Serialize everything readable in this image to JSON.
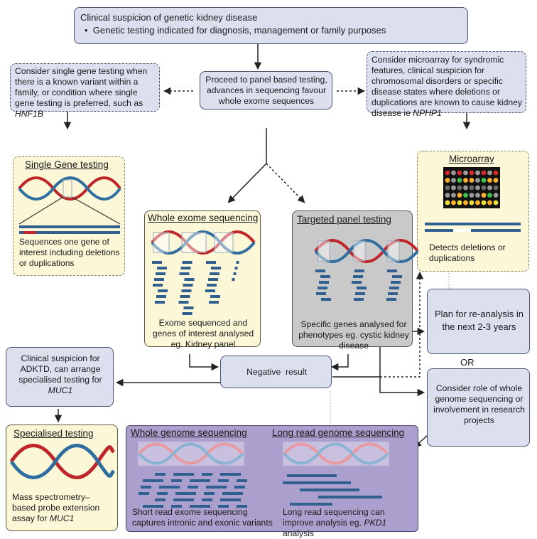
{
  "top": {
    "title": "Clinical suspicion of genetic kidney disease",
    "bullet": "Genetic testing indicated for diagnosis, management or family purposes"
  },
  "single_gene_note": {
    "text": "Consider single gene testing when there is a known variant within a family, or condition where single gene testing is preferred,  such as",
    "gene": "HNF1B"
  },
  "panel_note": {
    "text": "Proceed to panel based testing, advances in sequencing favour whole exome sequences"
  },
  "microarray_note": {
    "text": "Consider microarray for syndromic features, clinical suspicion for chromosomal disorders or specific disease states where deletions or duplications are known to cause kidney disease ie",
    "gene": "NPHP1"
  },
  "single_gene_box": {
    "heading": "Single Gene testing",
    "text": "Sequences one gene of interest including deletions or duplications"
  },
  "microarray_box": {
    "heading": "Microarray",
    "text": "Detects deletions or duplications"
  },
  "wes_box": {
    "heading": "Whole exome sequencing",
    "text": "Exome sequenced and genes of interest analysed eg. Kidney panel"
  },
  "panel_box": {
    "heading": "Targeted panel testing",
    "text": "Specific genes analysed for phenotypes eg. cystic kidney disease"
  },
  "reanalysis": {
    "text": "Plan for re-analysis in the next 2-3 years"
  },
  "or_label": "OR",
  "wgs_consider": {
    "text": "Consider role of whole genome sequencing or involvement in research projects"
  },
  "negative": {
    "text": "Negative  result"
  },
  "adtkd": {
    "text": "Clinical suspicion for ADKTD, can arrange specialised testing for",
    "gene": "MUC1"
  },
  "specialised_box": {
    "heading": "Specialised testing",
    "text": "Mass spectrometry– based probe extension assay for",
    "gene": "MUC1"
  },
  "wgs_box": {
    "heading": "Whole genome sequencing",
    "text": "Short read exome sequencing captures intronic and exonic variants"
  },
  "lrgs_box": {
    "heading": "Long read genome sequencing",
    "text": "Long read sequencing can improve analysis eg.",
    "gene": "PKD1",
    "suffix": " analysis"
  },
  "colors": {
    "dna_red": "#c0252a",
    "dna_blue": "#2f6f9f",
    "read_blue": "#2f5f8f",
    "arrow": "#222222"
  }
}
